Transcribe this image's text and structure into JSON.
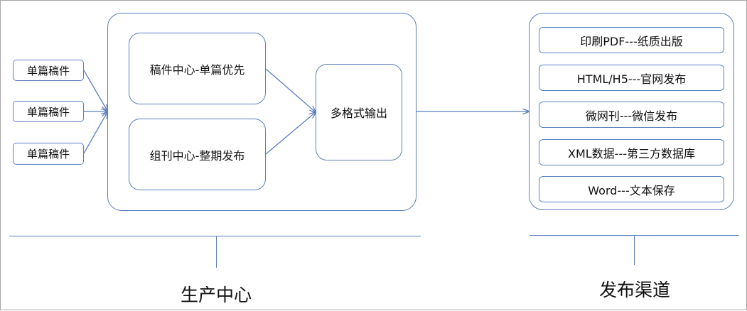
{
  "source_items": [
    "单篇稿件",
    "单篇稿件",
    "单篇稿件"
  ],
  "production": {
    "single_center": "稿件中心-单篇优先",
    "issue_center": "组刊中心-整期发布",
    "output": "多格式输出",
    "caption": "生产中心"
  },
  "channels": {
    "items": [
      "印刷PDF---纸质出版",
      "HTML/H5---官网发布",
      "微网刊---微信发布",
      "XML数据---第三方数据库",
      "Word---文本保存"
    ],
    "caption": "发布渠道"
  },
  "colors": {
    "line": "#5b7ec0",
    "text": "#111111"
  }
}
